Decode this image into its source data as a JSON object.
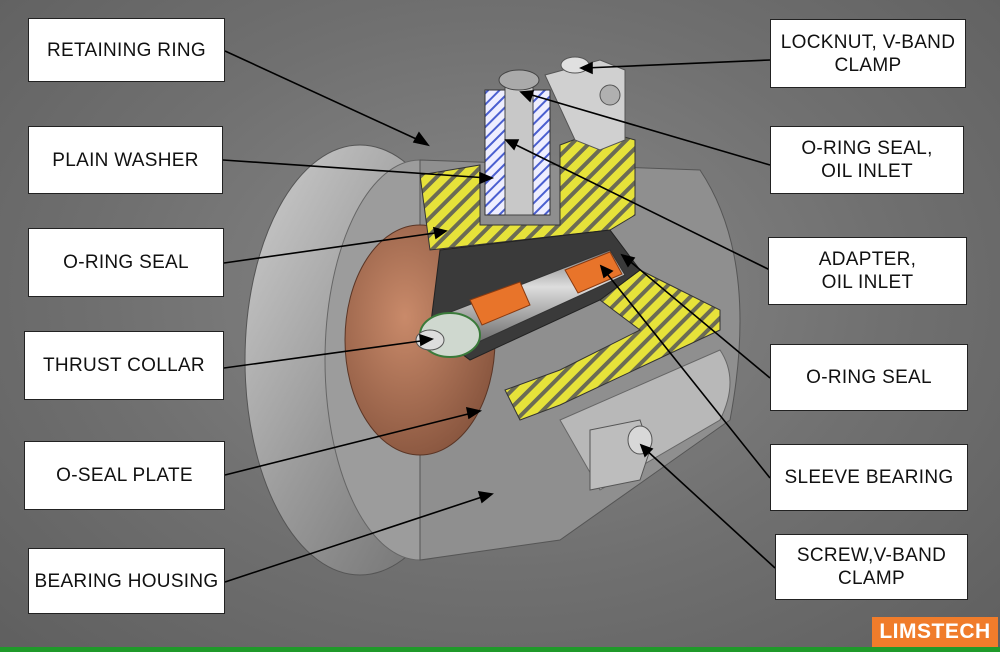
{
  "labels": {
    "retaining_ring": "RETAINING RING",
    "plain_washer": "PLAIN WASHER",
    "o_ring_seal_left": "O-RING SEAL",
    "thrust_collar": "THRUST COLLAR",
    "o_seal_plate": "O-SEAL PLATE",
    "bearing_housing": "BEARING HOUSING",
    "locknut": "LOCKNUT, V-BAND\nCLAMP",
    "o_ring_oil_inlet": "O-RING SEAL,\nOIL INLET",
    "adapter_oil_inlet": "ADAPTER,\nOIL INLET",
    "o_ring_seal_right": "O-RING SEAL",
    "sleeve_bearing": "SLEEVE BEARING",
    "screw_vband": "SCREW,V-BAND\nCLAMP"
  },
  "logo": "LIMSTECH",
  "colors": {
    "background": "#707070",
    "hatch_yellow": "#e6e23a",
    "copper": "#b06a4a",
    "orange_bearing": "#e8742a",
    "logo": "#f07c2b",
    "bar": "#1f9a2a"
  }
}
